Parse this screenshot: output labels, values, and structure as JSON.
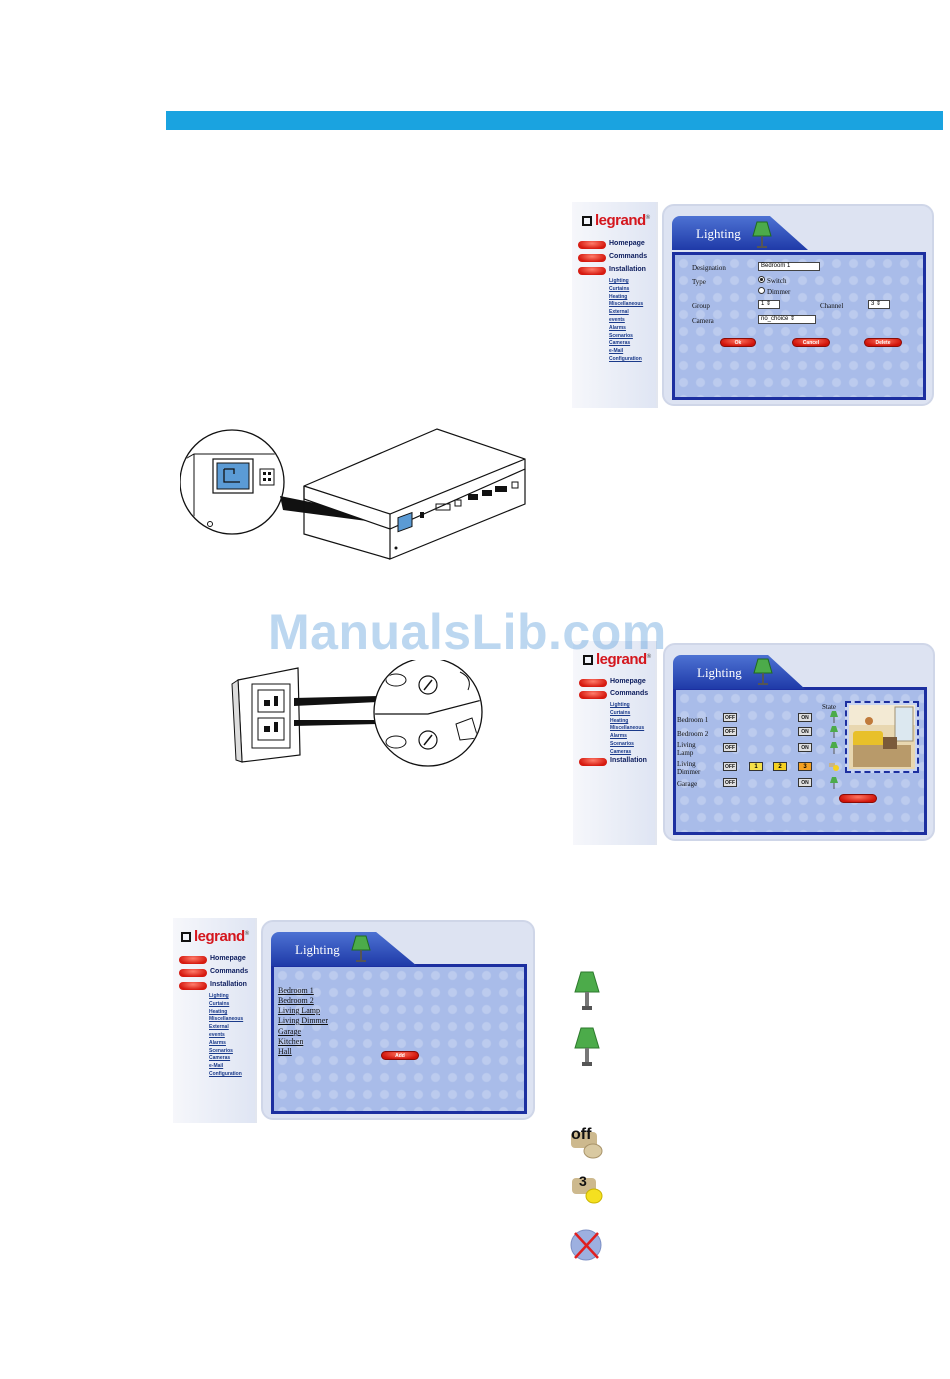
{
  "watermark": "ManualsLib.com",
  "nav": {
    "logo": "legrand",
    "logo_mark": "®",
    "homepage": "Homepage",
    "commands": "Commands",
    "installation": "Installation",
    "sub": [
      "Lighting",
      "Curtains",
      "Heating",
      "Miscellaneous",
      "External",
      "events",
      "Alarms",
      "Scenarios",
      "Cameras",
      "e-Mail",
      "Configuration"
    ]
  },
  "form": {
    "tab": "Lighting",
    "designation_label": "Designation",
    "designation_value": "Bedroom 1",
    "type_label": "Type",
    "type_options": [
      "Switch",
      "Dimmer"
    ],
    "type_selected": "Switch",
    "group_label": "Group",
    "group_value": "1",
    "channel_label": "Channel",
    "channel_value": "3",
    "camera_label": "Camera",
    "camera_value": "no_choice",
    "ok": "Ok",
    "cancel": "Cancel",
    "delete": "Delete"
  },
  "commands": {
    "tab": "Lighting",
    "state_label": "State",
    "off": "OFF",
    "on": "ON",
    "rows": [
      {
        "name": "Bedroom 1"
      },
      {
        "name": "Bedroom 2"
      },
      {
        "name": "Living",
        "name2": "Lamp"
      },
      {
        "name": "Living",
        "name2": "Dimmer",
        "levels": [
          "1",
          "2",
          "3"
        ]
      },
      {
        "name": "Garage"
      }
    ]
  },
  "list": {
    "tab": "Lighting",
    "items": [
      "Bedroom 1",
      "Bedroom 2",
      "Living Lamp",
      "Living Dimmer",
      "Garage",
      "Kitchen",
      "Hall"
    ],
    "add": "Add"
  },
  "legend": {
    "off_icon_text": "off",
    "dimmer_icon_text": "3"
  },
  "colors": {
    "header_bar": "#1aa3e0",
    "nav_red": "#d61a10",
    "panel_blue": "#a9bce9",
    "panel_border": "#1c2fa0",
    "lamp_green": "#4cab4a"
  }
}
